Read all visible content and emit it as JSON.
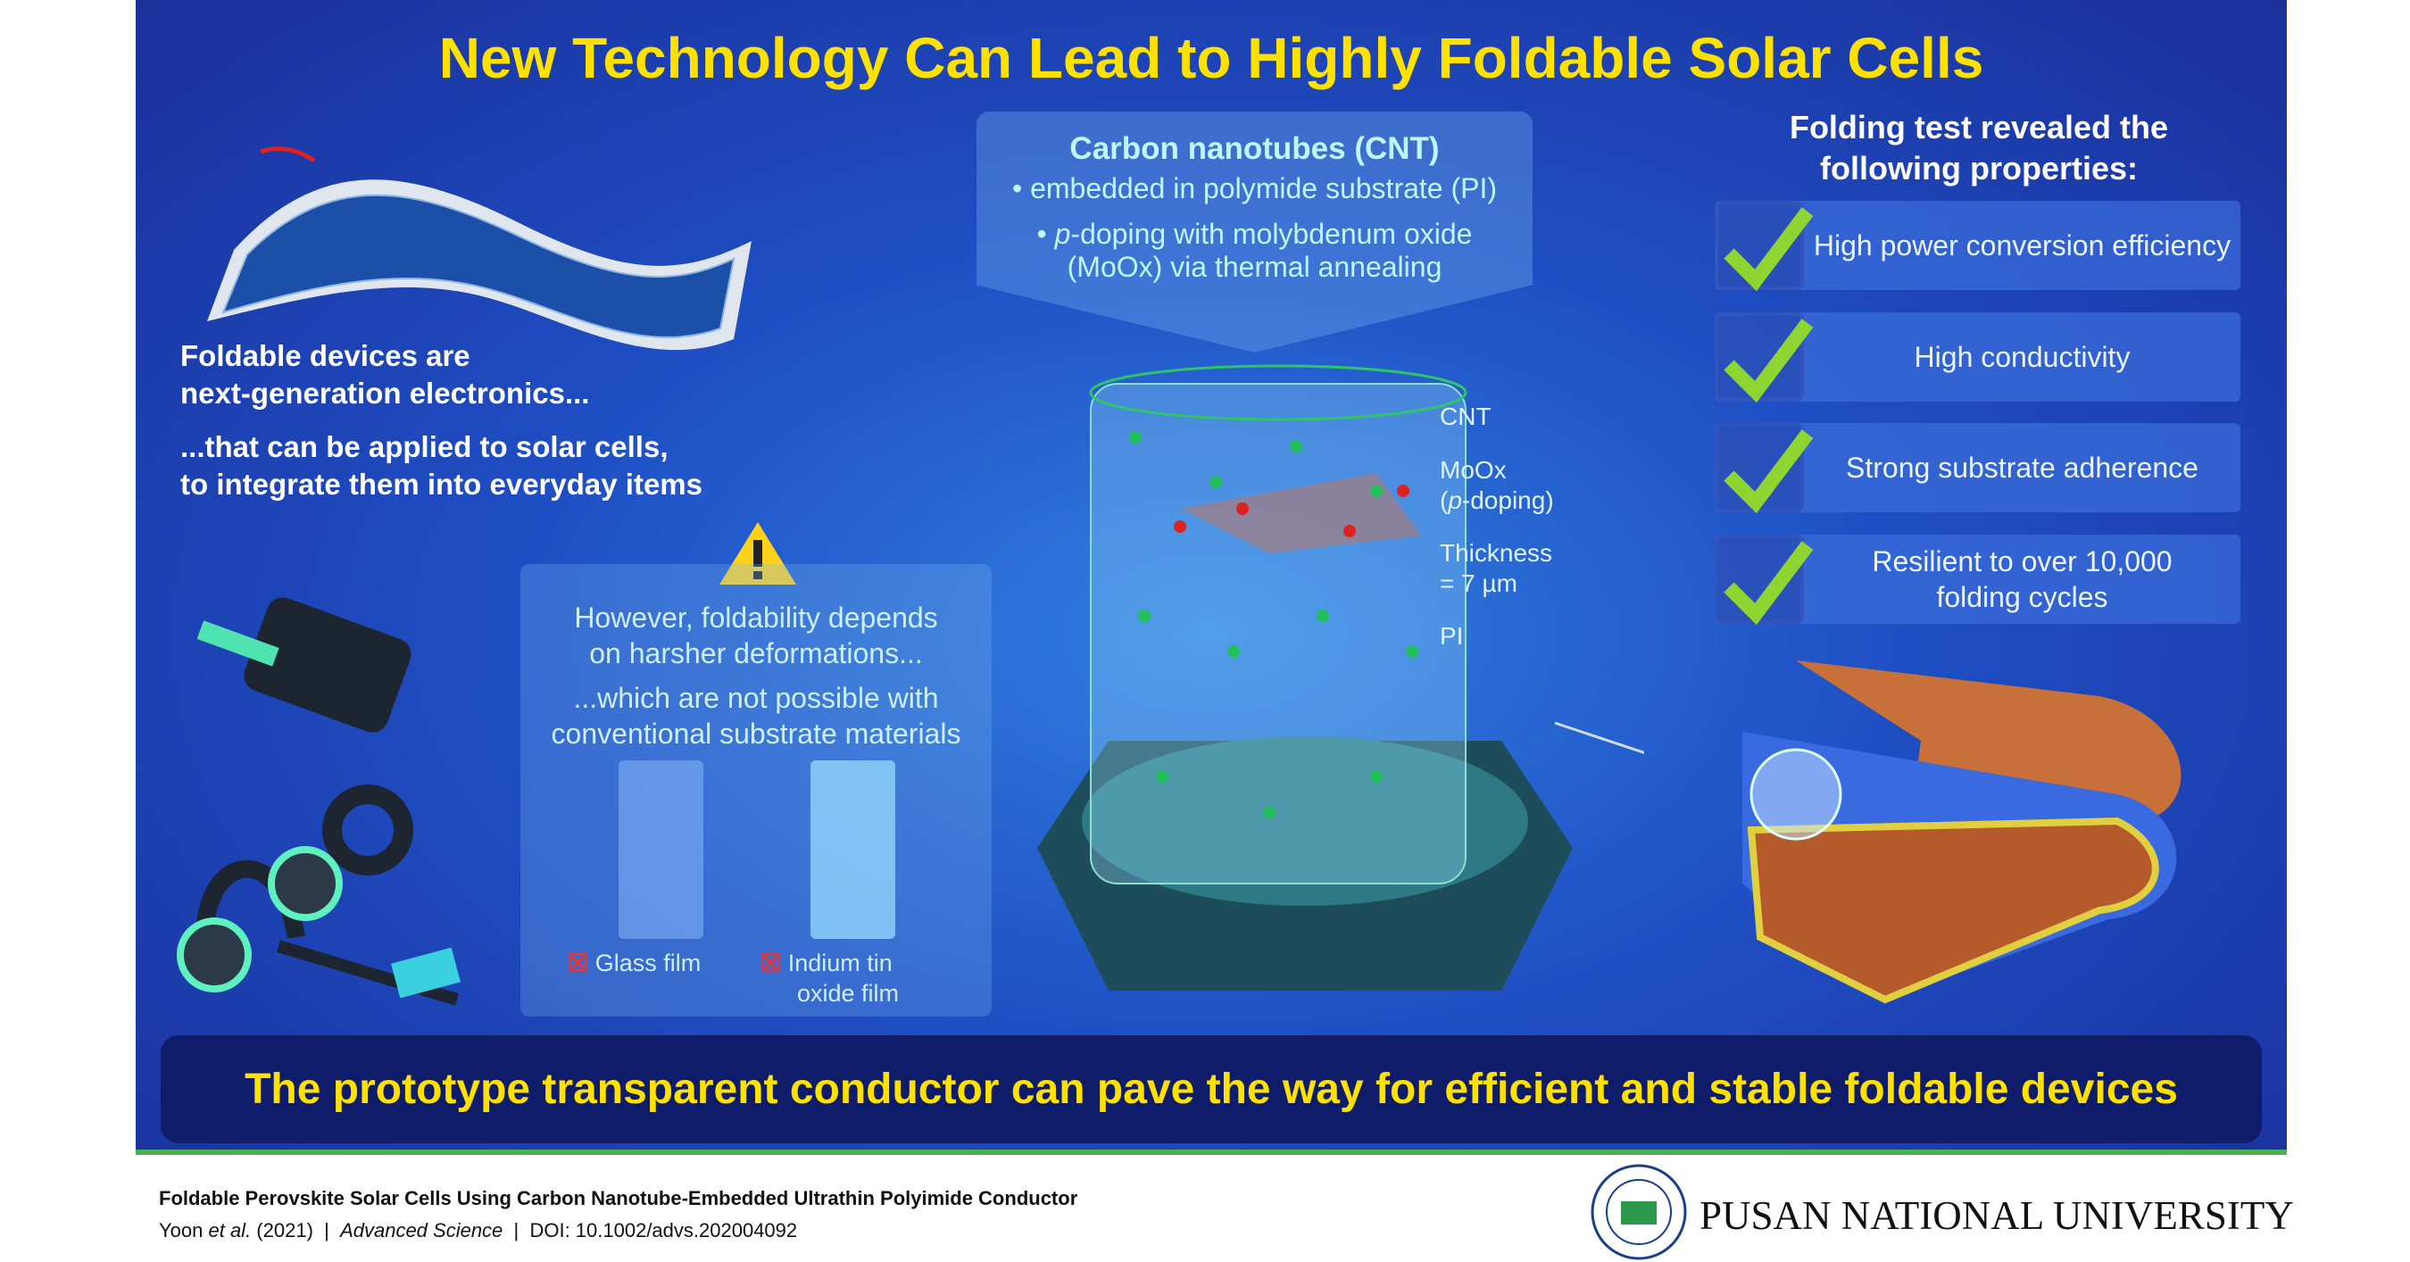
{
  "title": "New Technology Can Lead to Highly Foldable Solar Cells",
  "left": {
    "line1": "Foldable devices are",
    "line2": "next-generation electronics...",
    "line3": "...that can be applied to solar cells,",
    "line4": "to integrate them into everyday items"
  },
  "cnt": {
    "heading": "Carbon nanotubes (CNT)",
    "bullet1": "• embedded in polymide substrate (PI)",
    "bullet2_italic": "p",
    "bullet2_a": "-doping with molybdenum oxide",
    "bullet2_b": "(MoOx) via thermal annealing",
    "bullet_mark": "• "
  },
  "warning": {
    "line1": "However, foldability depends",
    "line2": "on harsher deformations...",
    "line3": "...which are not possible with",
    "line4": "conventional substrate materials",
    "glass": "Glass film",
    "ito1": "Indium tin",
    "ito2": "oxide film"
  },
  "tube_labels": {
    "cnt": "CNT",
    "moox": "MoOx",
    "pdoping_p": "p",
    "pdoping_rest": "-doping)",
    "paren": "(",
    "thickness": "Thickness",
    "thickness_val": "= 7 µm",
    "pi": "PI"
  },
  "properties": {
    "heading1": "Folding test revealed the",
    "heading2": "following properties:",
    "items": [
      {
        "label": "High power conversion efficiency"
      },
      {
        "label": "High conductivity"
      },
      {
        "label": "Strong substrate adherence"
      },
      {
        "label": "Resilient to over 10,000 folding cycles"
      }
    ]
  },
  "banner": "The prototype transparent conductor can pave the way for efficient and stable foldable devices",
  "footer": {
    "paper_title": "Foldable Perovskite Solar Cells Using Carbon Nanotube-Embedded Ultrathin Polyimide Conductor",
    "authors": "Yoon ",
    "etal": "et al.",
    "year": " (2021)  |  ",
    "journal": "Advanced Science",
    "doi": "  |  DOI: 10.1002/advs.202004092",
    "university": "PUSAN NATIONAL UNIVERSITY"
  },
  "colors": {
    "title": "#ffe100",
    "check": "#8ed531",
    "background": "#1f4fc4"
  }
}
